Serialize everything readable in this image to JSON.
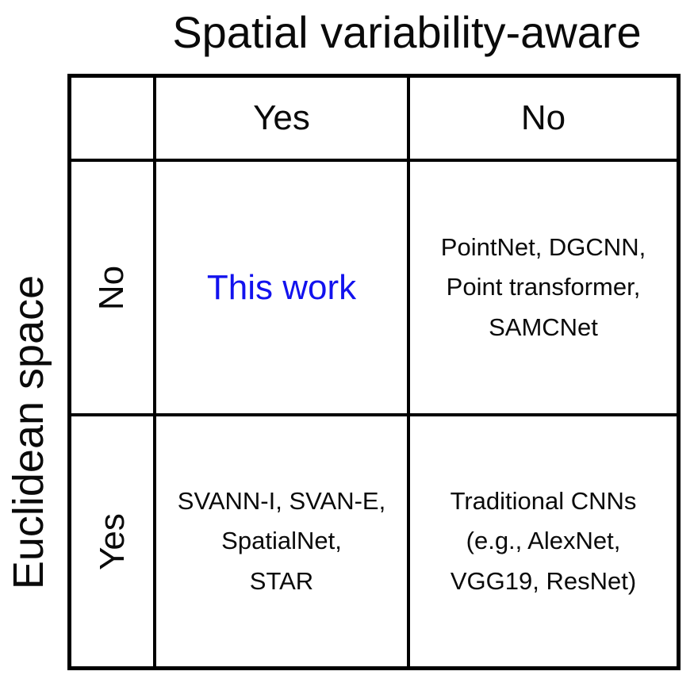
{
  "title": "Spatial variability-aware",
  "y_axis_label": "Euclidean space",
  "column_headers": {
    "yes": "Yes",
    "no": "No"
  },
  "row_headers": {
    "no": "No",
    "yes": "Yes"
  },
  "cells": {
    "row_no_col_yes": {
      "text": "This work",
      "color": "#1212ee"
    },
    "row_no_col_no": {
      "text": "PointNet, DGCNN,\nPoint transformer,\nSAMCNet"
    },
    "row_yes_col_yes": {
      "text": "SVANN-I, SVAN-E,\nSpatialNet,\nSTAR"
    },
    "row_yes_col_no": {
      "text": "Traditional CNNs\n(e.g.,  AlexNet,\nVGG19, ResNet)"
    }
  },
  "colors": {
    "background": "#ffffff",
    "border": "#000000",
    "text": "#0a0a0a",
    "highlight": "#1212ee"
  }
}
